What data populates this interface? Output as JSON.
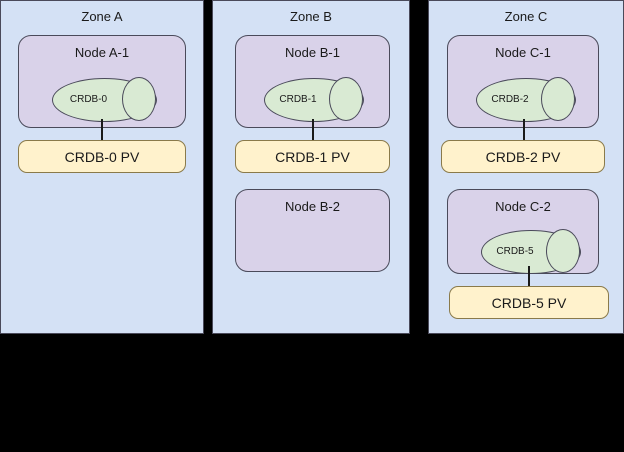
{
  "diagram": {
    "background_color": "#000000",
    "zone_fill": "#d4e1f5",
    "node_fill": "#d9d2e9",
    "cylinder_fill": "#d9ead3",
    "pv_fill": "#fff2cc",
    "stroke_color": "#4a4a5a"
  },
  "zones": [
    {
      "title": "Zone A",
      "nodes": [
        {
          "title": "Node A-1",
          "database": {
            "label": "CRDB-0"
          },
          "volume": {
            "label": "CRDB-0 PV"
          }
        }
      ]
    },
    {
      "title": "Zone B",
      "nodes": [
        {
          "title": "Node B-1",
          "database": {
            "label": "CRDB-1"
          },
          "volume": {
            "label": "CRDB-1 PV"
          }
        },
        {
          "title": "Node B-2",
          "database": null,
          "volume": null
        }
      ]
    },
    {
      "title": "Zone C",
      "nodes": [
        {
          "title": "Node C-1",
          "database": {
            "label": "CRDB-2"
          },
          "volume": {
            "label": "CRDB-2 PV"
          }
        },
        {
          "title": "Node C-2",
          "database": {
            "label": "CRDB-5"
          },
          "volume": {
            "label": "CRDB-5 PV"
          }
        }
      ]
    }
  ]
}
